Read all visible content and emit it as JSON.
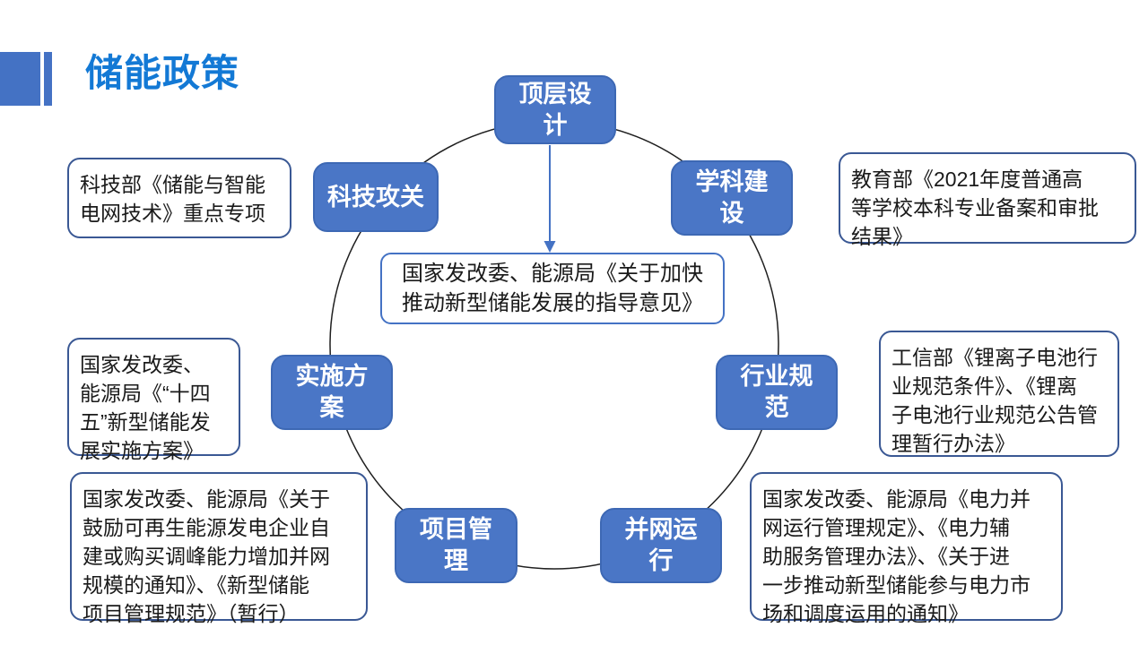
{
  "slide": {
    "title": "储能政策"
  },
  "colors": {
    "node_fill": "#4A76C6",
    "node_border": "#3D68B4",
    "callout_border": "#3A5894",
    "center_box_border": "#4472C4",
    "circle_stroke": "#1F1F1F",
    "arrow": "#4472C4",
    "title_text": "#1379D5",
    "accent_decoration": "#4472C4"
  },
  "diagram": {
    "center_note": {
      "lines": [
        "国家发改委、能源局《关于加快",
        "推动新型储能发展的指导意见》"
      ]
    },
    "nodes": [
      {
        "id": "top-level-design",
        "label": [
          "顶层设",
          "计"
        ]
      },
      {
        "id": "discipline-build",
        "label": [
          "学科建",
          "设"
        ]
      },
      {
        "id": "industry-standard",
        "label": [
          "行业规",
          "范"
        ]
      },
      {
        "id": "grid-operation",
        "label": [
          "并网运",
          "行"
        ]
      },
      {
        "id": "project-management",
        "label": [
          "项目管",
          "理"
        ]
      },
      {
        "id": "implementation",
        "label": [
          "实施方",
          "案"
        ]
      },
      {
        "id": "tech-research",
        "label": "科技攻关"
      }
    ],
    "callouts": [
      {
        "id": "tech-research",
        "lines": [
          "科技部《储能与智能",
          "电网技术》重点专项"
        ]
      },
      {
        "id": "discipline-build",
        "lines": [
          "教育部《2021年度普通高",
          "等学校本科专业备案和审批",
          "结果》"
        ]
      },
      {
        "id": "industry-standard",
        "lines": [
          "工信部《锂离子电池行",
          "业规范条件》、《锂离",
          "子电池行业规范公告管",
          "理暂行办法》"
        ]
      },
      {
        "id": "grid-operation",
        "lines": [
          "国家发改委、能源局《电力并",
          "网运行管理规定》、《电力辅",
          "助服务管理办法》、《关于进",
          "一步推动新型储能参与电力市",
          "场和调度运用的通知》"
        ]
      },
      {
        "id": "project-management",
        "lines": [
          "国家发改委、能源局《关于",
          "鼓励可再生能源发电企业自",
          "建或购买调峰能力增加并网",
          "规模的通知》、《新型储能",
          "项目管理规范》（暂行）"
        ]
      },
      {
        "id": "implementation",
        "lines": [
          "国家发改委、",
          "能源局《“十四",
          "五”新型储能发",
          "展实施方案》"
        ]
      }
    ]
  }
}
